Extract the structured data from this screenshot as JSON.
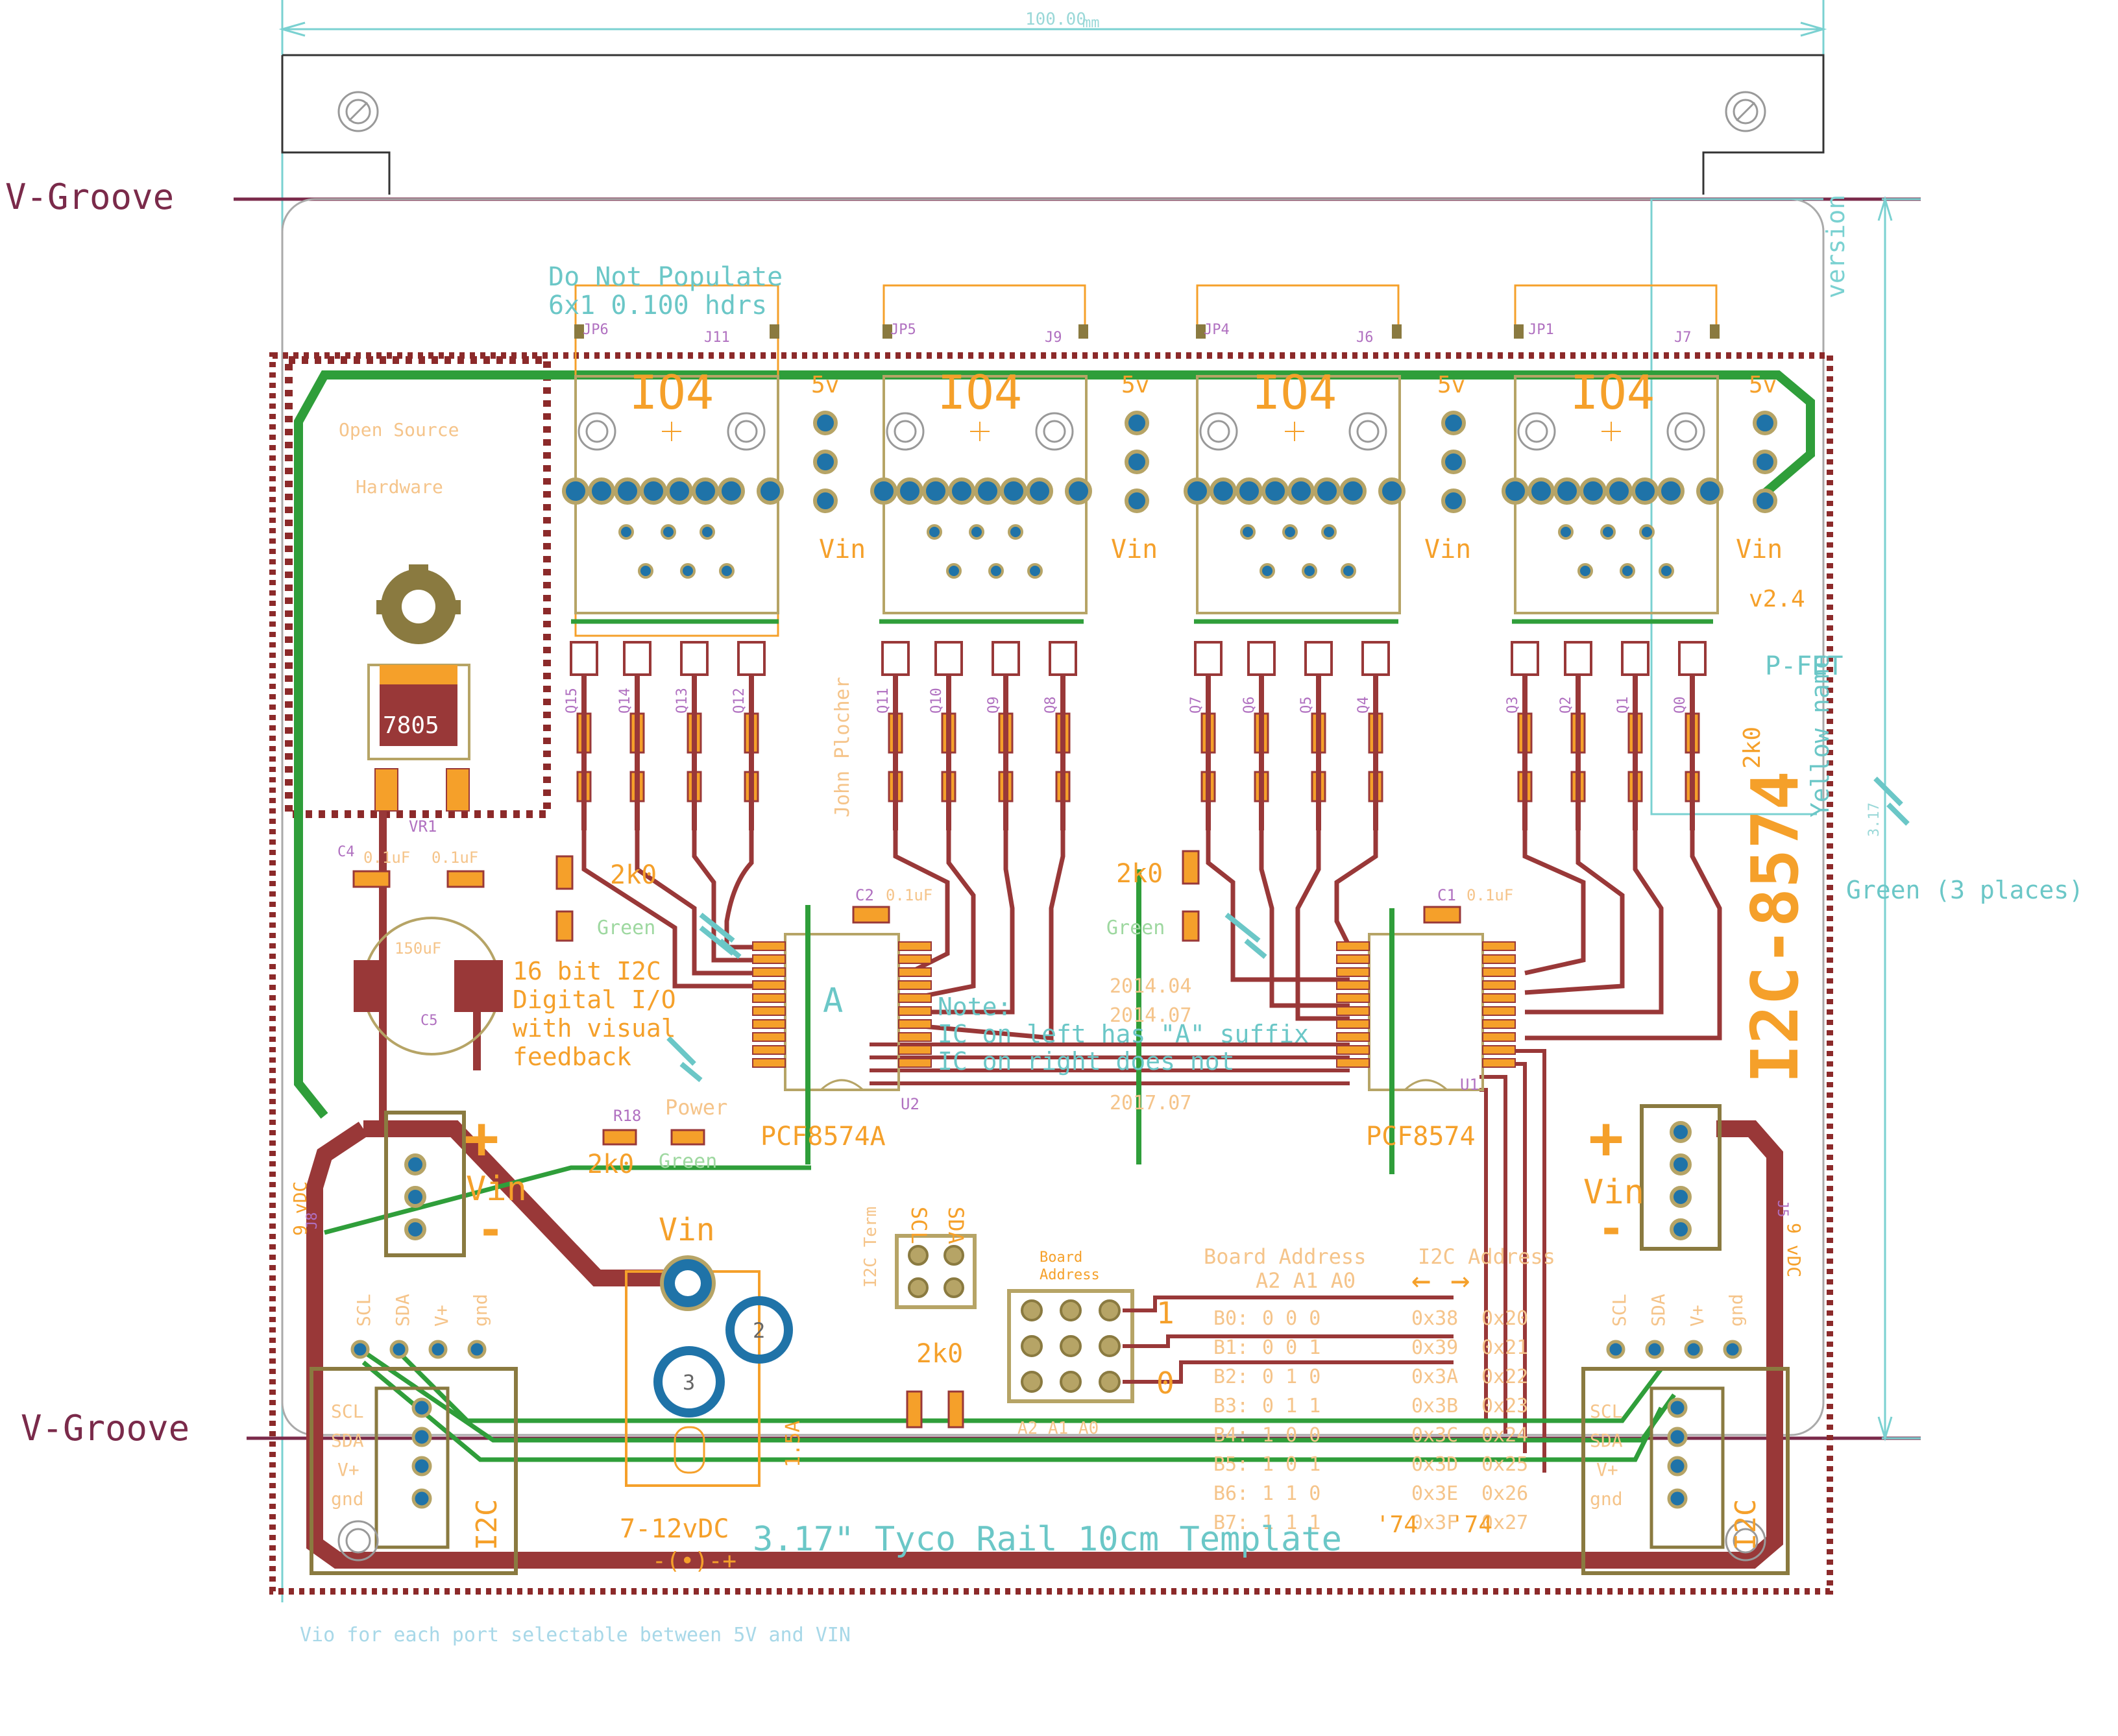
{
  "colors": {
    "background": "#ffffff",
    "board_outline": "#9a9a9a",
    "top_trace": "#2f9e3a",
    "bottom_trace": "#993838",
    "pad": "#1f73a8",
    "pad_ring": "#b6a466",
    "silk_orange": "#f5a02a",
    "silk_cyan": "#6bc7c7",
    "silk_purple": "#b070c0",
    "dimension": "#7ad1d1",
    "vgroove": "#7a2a4a",
    "keepout": "#8c2a2a"
  },
  "vgroove": {
    "top": "V-Groove",
    "bottom": "V-Groove"
  },
  "dimension_top": {
    "value": "100.00",
    "unit": "mm"
  },
  "dimension_right": "3.17",
  "version_label": "version",
  "version": "v2.4",
  "pfet": "P-FET",
  "yellow_name": "Yellow name",
  "green_3_places": "Green (3 places)",
  "title_vertical": "I2C-8574",
  "do_not_populate": [
    "Do Not Populate",
    "6x1 0.100 hdrs"
  ],
  "oshw": [
    "Open Source",
    "Hardware"
  ],
  "regulator": {
    "part": "7805",
    "ref": "VR1"
  },
  "caps": {
    "c4": "C4",
    "c4v": "0.1uF",
    "c3v": "0.1uF",
    "c5": "C5",
    "c5v": "150uF",
    "c2": "C2",
    "c2v": "0.1uF",
    "c1": "C1",
    "c1v": "0.1uF"
  },
  "description": [
    "16 bit I2C",
    "Digital I/O",
    "with visual",
    "feedback"
  ],
  "author": "John Plocher",
  "ports": [
    {
      "label": "IO4",
      "jp": "JP6",
      "j": "J11",
      "v5": "5v",
      "vin": "Vin"
    },
    {
      "label": "IO4",
      "jp": "JP5",
      "j": "J9",
      "v5": "5v",
      "vin": "Vin"
    },
    {
      "label": "IO4",
      "jp": "JP4",
      "j": "J6",
      "v5": "5v",
      "vin": "Vin"
    },
    {
      "label": "IO4",
      "jp": "JP1",
      "j": "J7",
      "v5": "5v",
      "vin": "Vin"
    }
  ],
  "resistor_groups": [
    [
      "Q15",
      "Q14",
      "Q13",
      "Q12"
    ],
    [
      "Q11",
      "Q10",
      "Q9",
      "Q8"
    ],
    [
      "Q7",
      "Q6",
      "Q5",
      "Q4"
    ],
    [
      "Q3",
      "Q2",
      "Q1",
      "Q0"
    ]
  ],
  "r2k0": "2k0",
  "led_green": "Green",
  "chip_left": {
    "name": "PCF8574A",
    "marker": "A",
    "ref": "U2"
  },
  "chip_right": {
    "name": "PCF8574",
    "ref": "U1"
  },
  "note": [
    "Note:",
    "IC on left has \"A\" suffix",
    "IC on right does not"
  ],
  "dates": [
    "2014.04",
    "2014.07",
    "2017.07"
  ],
  "power": {
    "ref": "R18",
    "label": "Power",
    "value": "2k0",
    "led_color": "Green"
  },
  "plus": "+",
  "minus": "-",
  "vin_left": "Vin",
  "vin_right": "Vin",
  "vdc_left": "9 vDC",
  "vdc_right": "9 vDC",
  "j8": "J8",
  "j5": "J5",
  "jack": {
    "vin": "Vin",
    "range": "7-12vDC",
    "current": "1.5A",
    "pin2": "2",
    "pin3": "3",
    "polarity": "-(•)-+"
  },
  "scl_sda": {
    "scl": "SCL",
    "sda": "SDA",
    "title": "I2C Term",
    "r": "2k0"
  },
  "board_address_header": [
    "Board",
    "Address"
  ],
  "addr_one": "1",
  "addr_zero": "0",
  "addr_bottom": "A2 A1 A0",
  "address_table": {
    "title_board": "Board Address",
    "title_i2c": "I2C Address",
    "cols": "A2 A1 A0",
    "arrows": "←         →",
    "rows": [
      {
        "b": "B0:",
        "bits": "0  0  0",
        "a74": "0x38",
        "a74a": "0x20"
      },
      {
        "b": "B1:",
        "bits": "0  0  1",
        "a74": "0x39",
        "a74a": "0x21"
      },
      {
        "b": "B2:",
        "bits": "0  1  0",
        "a74": "0x3A",
        "a74a": "0x22"
      },
      {
        "b": "B3:",
        "bits": "0  1  1",
        "a74": "0x3B",
        "a74a": "0x23"
      },
      {
        "b": "B4:",
        "bits": "1  0  0",
        "a74": "0x3C",
        "a74a": "0x24"
      },
      {
        "b": "B5:",
        "bits": "1  0  1",
        "a74": "0x3D",
        "a74a": "0x25"
      },
      {
        "b": "B6:",
        "bits": "1  1  0",
        "a74": "0x3E",
        "a74a": "0x26"
      },
      {
        "b": "B7:",
        "bits": "1  1  1",
        "a74": "0x3F",
        "a74a": "0x27"
      }
    ],
    "foot74": "'74",
    "foot74a": "'74"
  },
  "i2c_conn_left": [
    "SCL",
    "SDA",
    "V+",
    "gnd"
  ],
  "i2c_conn_right": [
    "SCL",
    "SDA",
    "V+",
    "gnd"
  ],
  "i2c_side": "I2C",
  "tyco": "3.17\" Tyco Rail 10cm Template",
  "footer": "Vio for each port selectable between 5V and VIN"
}
